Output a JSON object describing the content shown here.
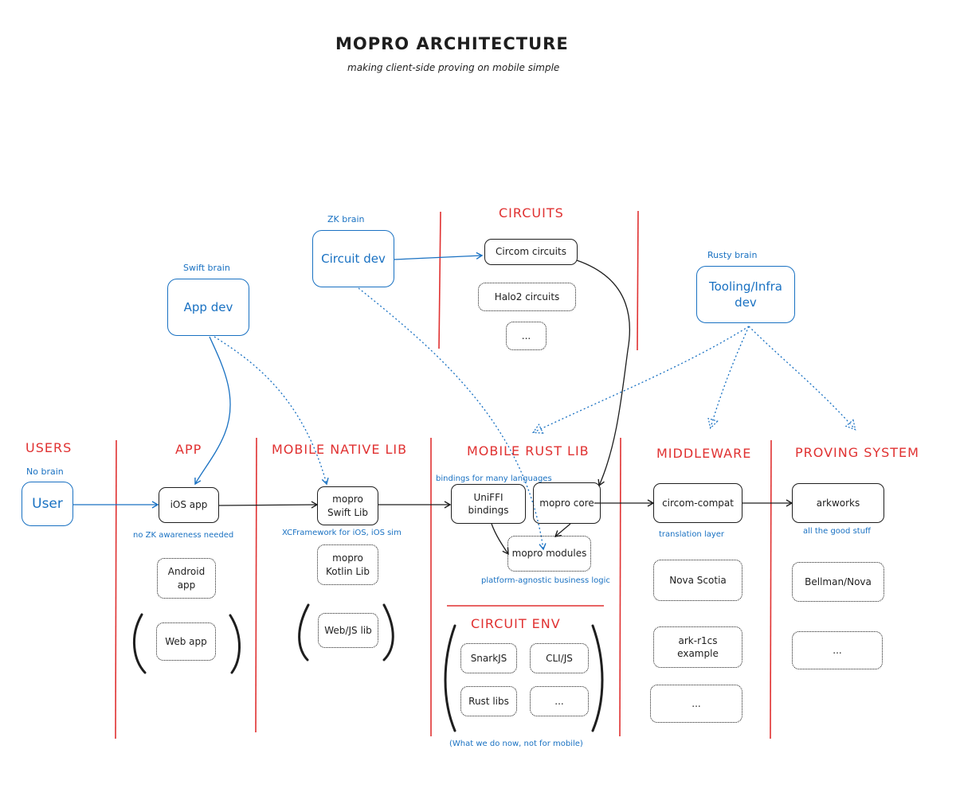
{
  "header": {
    "title": "MOPRO ARCHITECTURE",
    "subtitle": "making client-side proving on mobile simple"
  },
  "columns": {
    "users": "USERS",
    "app": "APP",
    "native_lib": "MOBILE NATIVE LIB",
    "rust_lib": "MOBILE RUST LIB",
    "middleware": "MIDDLEWARE",
    "proving_system": "PROVING SYSTEM",
    "circuits": "CIRCUITS",
    "circuit_env": "CIRCUIT ENV"
  },
  "personas": {
    "user": {
      "brain": "No brain",
      "label": "User"
    },
    "app_dev": {
      "brain": "Swift brain",
      "label": "App dev"
    },
    "circuit_dev": {
      "brain": "ZK brain",
      "label": "Circuit dev"
    },
    "tooling_dev": {
      "brain": "Rusty brain",
      "label": "Tooling/Infra\ndev"
    }
  },
  "circuits": {
    "circom": "Circom circuits",
    "halo2": "Halo2 circuits",
    "more": "..."
  },
  "app": {
    "ios": "iOS app",
    "android": "Android\napp",
    "web": "Web app",
    "note": "no ZK awareness needed"
  },
  "native_lib": {
    "swift": "mopro\nSwift Lib",
    "kotlin": "mopro\nKotlin Lib",
    "web_js": "Web/JS lib",
    "note": "XCFramework for iOS, iOS sim"
  },
  "rust_lib": {
    "uniffi": "UniFFI\nbindings",
    "core": "mopro core",
    "modules": "mopro modules",
    "bindings_note": "bindings for many languages",
    "modules_note": "platform-agnostic business logic"
  },
  "circuit_env": {
    "snarkjs": "SnarkJS",
    "cli_js": "CLI/JS",
    "rust_libs": "Rust libs",
    "more": "...",
    "note": "(What we do now, not for mobile)"
  },
  "middleware": {
    "circom_compat": "circom-compat",
    "nova_scotia": "Nova Scotia",
    "ark_r1cs": "ark-r1cs\nexample",
    "more": "...",
    "note": "translation layer"
  },
  "proving_system": {
    "arkworks": "arkworks",
    "bellman_nova": "Bellman/Nova",
    "more": "...",
    "note": "all the good stuff"
  },
  "colors": {
    "header_red": "#e03131",
    "persona_blue": "#1971c2",
    "stroke": "#1e1e1e"
  }
}
